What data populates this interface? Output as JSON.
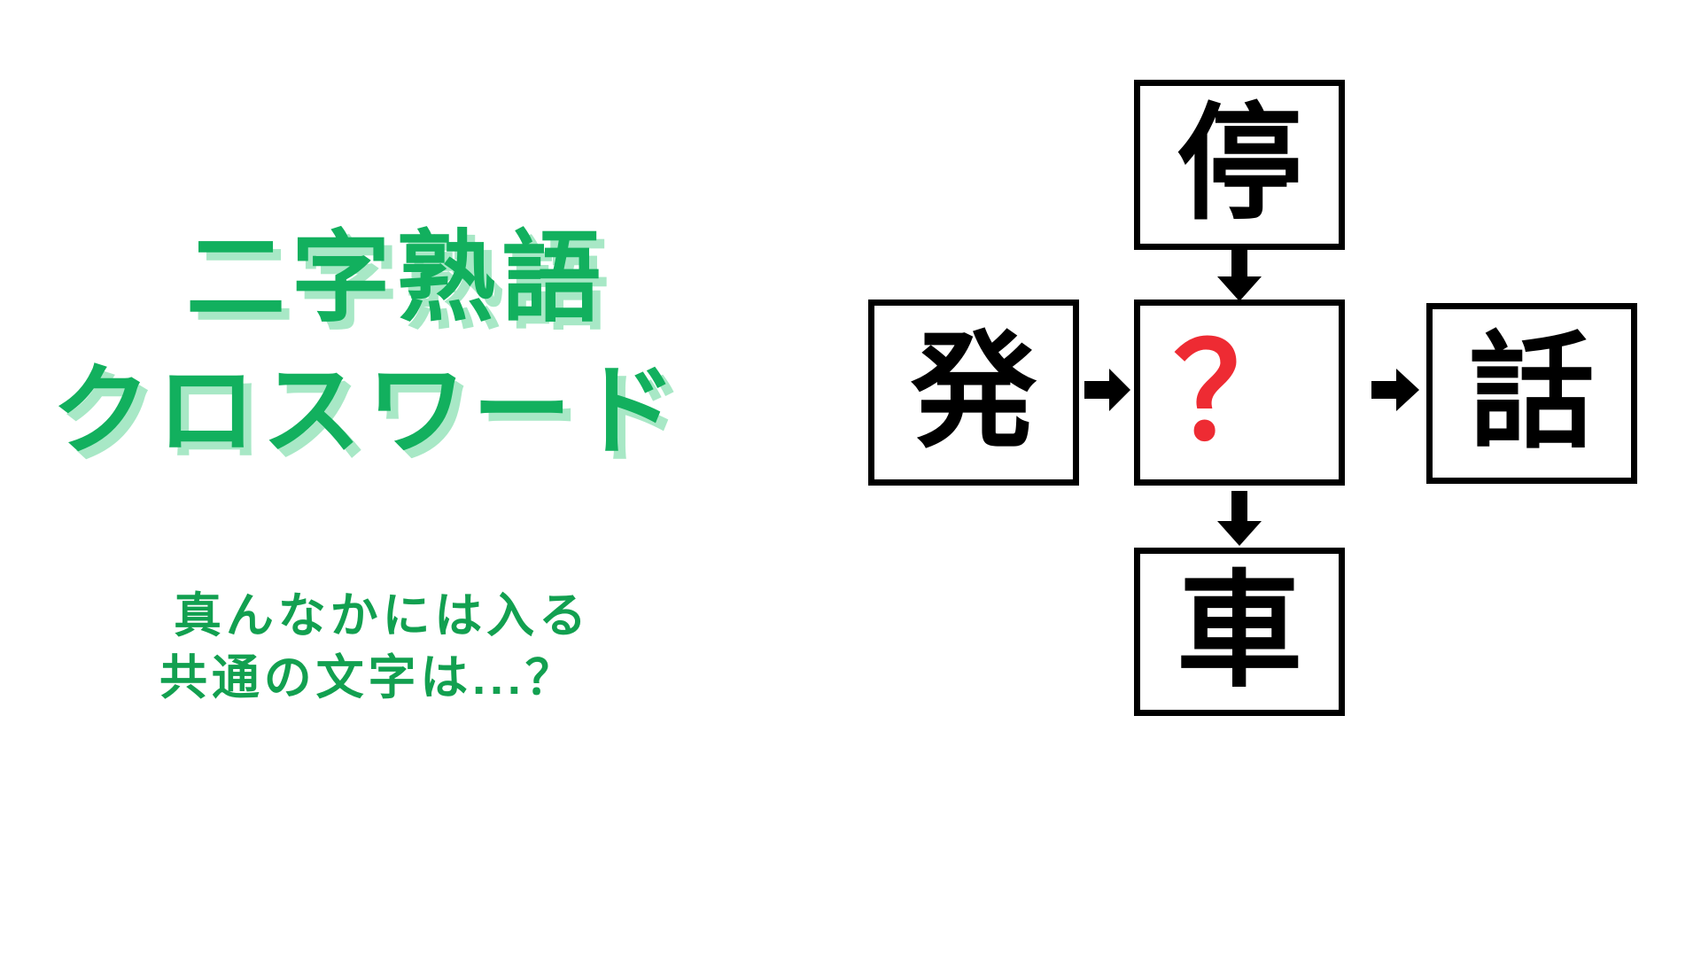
{
  "page": {
    "background_color": "#ffffff",
    "accent_green": "#12b05e",
    "shadow_green": "#a8e8c6",
    "ink_black": "#000000",
    "unknown_red": "#ee2b33"
  },
  "headline": {
    "line1": "二字熟語",
    "line2": "クロスワード"
  },
  "subtitle": {
    "line1": "真んなかには入る",
    "line2": "共通の文字は...？"
  },
  "puzzle": {
    "cells": [
      {
        "id": "top",
        "char": "停",
        "is_unknown": false
      },
      {
        "id": "left",
        "char": "発",
        "is_unknown": false
      },
      {
        "id": "center",
        "char": "？",
        "is_unknown": true
      },
      {
        "id": "right",
        "char": "話",
        "is_unknown": false
      },
      {
        "id": "bottom",
        "char": "車",
        "is_unknown": false
      }
    ],
    "arrows": [
      {
        "id": "top-to-center",
        "direction": "down"
      },
      {
        "id": "left-to-center",
        "direction": "right"
      },
      {
        "id": "center-to-right",
        "direction": "right"
      },
      {
        "id": "center-to-bottom",
        "direction": "down"
      }
    ]
  }
}
